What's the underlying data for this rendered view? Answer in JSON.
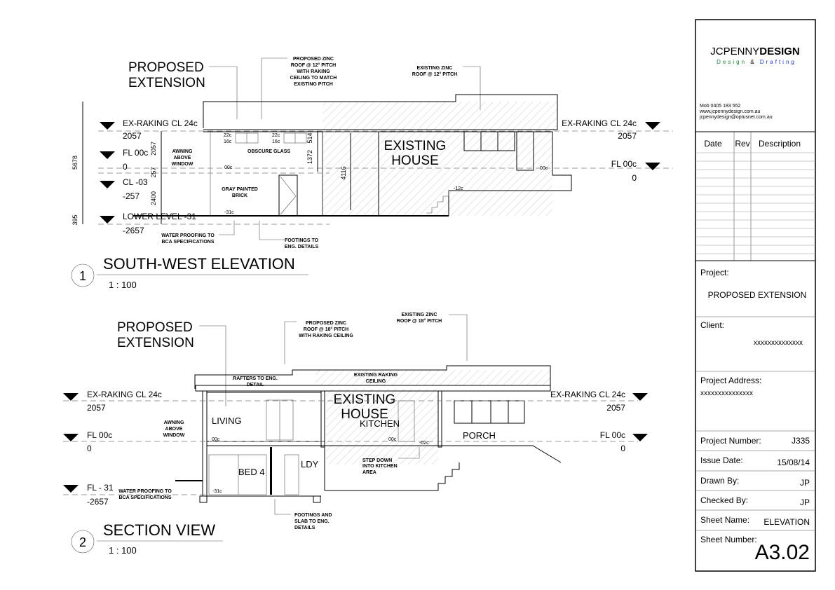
{
  "title_block": {
    "brand_light": "JCPENNY",
    "brand_bold": "DESIGN",
    "tagline_design": "Design",
    "tagline_amp": "&",
    "tagline_drafting": "Drafting",
    "mobile": "Mob 0405 183 552",
    "website": "www.jcpennydesign.com.au",
    "email": "jcpennydesign@optusnet.com.au",
    "revision_headers": [
      "Date",
      "Rev",
      "Description"
    ],
    "project_label": "Project:",
    "project_value": "PROPOSED EXTENSION",
    "client_label": "Client:",
    "client_value": "xxxxxxxxxxxxxx",
    "address_label": "Project Address:",
    "address_value": "xxxxxxxxxxxxxxx",
    "project_number_label": "Project Number:",
    "project_number_value": "J335",
    "issue_date_label": "Issue Date:",
    "issue_date_value": "15/08/14",
    "drawn_by_label": "Drawn By:",
    "drawn_by_value": "JP",
    "checked_by_label": "Checked By:",
    "checked_by_value": "JP",
    "sheet_name_label": "Sheet Name:",
    "sheet_name_value": "ELEVATION",
    "sheet_number_label": "Sheet Number:",
    "sheet_number_value": "A3.02"
  },
  "view1": {
    "number": "1",
    "title": "SOUTH-WEST ELEVATION",
    "scale": "1 : 100",
    "proposed_line1": "PROPOSED",
    "proposed_line2": "EXTENSION",
    "roof_note": [
      "PROPOSED ZINC",
      "ROOF @ 12° PITCH",
      "WITH RAKING",
      "CEILING TO MATCH",
      "EXISTING PITCH"
    ],
    "existing_roof_note": [
      "EXISTING ZINC",
      "ROOF @ 12° PITCH"
    ],
    "existing_house": [
      "EXISTING",
      "HOUSE"
    ],
    "levels_left": [
      {
        "name": "EX-RAKING CL 24c",
        "value": "2057"
      },
      {
        "name": "FL 00c",
        "value": "0"
      },
      {
        "name": "CL -03",
        "value": "-257"
      },
      {
        "name": "LOWER LEVEL -31",
        "value": "-2657"
      }
    ],
    "levels_right": [
      {
        "name": "EX-RAKING CL 24c",
        "value": "2057"
      },
      {
        "name": "FL 00c",
        "value": "0"
      }
    ],
    "dims": [
      "5678",
      "395",
      "2057",
      "257",
      "2400",
      "514",
      "1372",
      "4116"
    ],
    "spot_levels": [
      "22c",
      "16c",
      "22c",
      "16c",
      "00c",
      "-31c",
      "00c",
      "-12c"
    ],
    "obscure_glass": "OBSCURE GLASS",
    "awning": [
      "AWNING",
      "ABOVE",
      "WINDOW"
    ],
    "brick": [
      "GRAY PAINTED",
      "BRICK"
    ],
    "waterproofing": [
      "WATER PROOFING TO",
      "BCA SPECIFICATIONS"
    ],
    "footings": [
      "FOOTINGS TO",
      "ENG. DETAILS"
    ]
  },
  "view2": {
    "number": "2",
    "title": "SECTION VIEW",
    "scale": "1 : 100",
    "proposed_line1": "PROPOSED",
    "proposed_line2": "EXTENSION",
    "roof_note": [
      "PROPOSED ZINC",
      "ROOF @ 18° PITCH",
      "WITH RAKING CEILING"
    ],
    "existing_roof_note": [
      "EXISTING ZINC",
      "ROOF @ 18° PITCH"
    ],
    "rafters": [
      "RAFTERS TO ENG.",
      "DETAIL"
    ],
    "existing_ceiling": [
      "EXISTING RAKING",
      "CEILING"
    ],
    "existing_house": [
      "EXISTING",
      "HOUSE"
    ],
    "rooms": [
      "LIVING",
      "KITCHEN",
      "PORCH",
      "BED 4",
      "LDY"
    ],
    "levels_left": [
      {
        "name": "EX-RAKING CL 24c",
        "value": "2057"
      },
      {
        "name": "FL 00c",
        "value": "0"
      },
      {
        "name": "FL - 31",
        "value": "-2657"
      }
    ],
    "levels_right": [
      {
        "name": "EX-RAKING CL 24c",
        "value": "2057"
      },
      {
        "name": "FL 00c",
        "value": "0"
      }
    ],
    "spot_levels": [
      "00c",
      "00c",
      "-02c",
      "-31c"
    ],
    "awning": [
      "AWNING",
      "ABOVE",
      "WINDOW"
    ],
    "waterproofing": [
      "WATER PROOFING TO",
      "BCA SPECIFICATIONS"
    ],
    "step_down": [
      "STEP DOWN",
      "INTO KITCHEN",
      "AREA"
    ],
    "footings": [
      "FOOTINGS AND",
      "SLAB TO ENG.",
      "DETAILS"
    ]
  }
}
